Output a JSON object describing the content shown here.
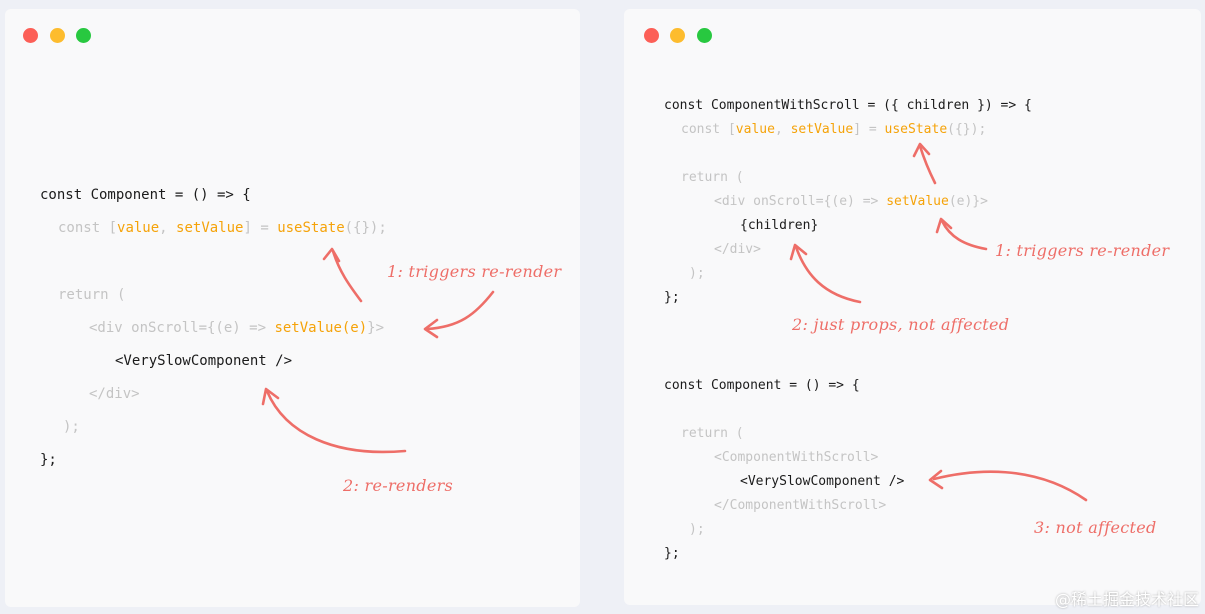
{
  "window_controls": {
    "close": "close",
    "minimize": "minimize",
    "zoom": "zoom"
  },
  "left": {
    "code": {
      "l1_kw": "const Component = () => {",
      "l2_a": "const [",
      "l2_b": "value",
      "l2_c": ", ",
      "l2_d": "setValue",
      "l2_e": "] = ",
      "l2_f": "useState",
      "l2_g": "({});",
      "l3": "return (",
      "l4_a": "<div onScroll={(e) => ",
      "l4_b": "setValue(e)",
      "l4_c": "}>",
      "l5": "<VerySlowComponent />",
      "l6": "</div>",
      "l7": ");",
      "l8": "};"
    },
    "notes": {
      "triggers": "1: triggers re-render",
      "rerenders": "2: re-renders"
    }
  },
  "right": {
    "code": {
      "a1": "const ComponentWithScroll = ({ children }) => {",
      "a2_a": "const [",
      "a2_b": "value",
      "a2_c": ", ",
      "a2_d": "setValue",
      "a2_e": "] = ",
      "a2_f": "useState",
      "a2_g": "({});",
      "a3": "return (",
      "a4_a": "<div onScroll={(e) => ",
      "a4_b": "setValue",
      "a4_c": "(e)}>",
      "a5": "{children}",
      "a6": "</div>",
      "a7": ");",
      "a8": "};",
      "b1": "const Component = () => {",
      "b2": "return (",
      "b3": "<ComponentWithScroll>",
      "b4": "<VerySlowComponent />",
      "b5": "</ComponentWithScroll>",
      "b6": ");",
      "b7": "};"
    },
    "notes": {
      "triggers": "1: triggers re-render",
      "props": "2: just props, not affected",
      "not_affected": "3: not affected"
    }
  },
  "watermark": "@稀土掘金技术社区",
  "colors": {
    "background": "#eef0f6",
    "panel": "#f9f9fa",
    "code_dark": "#1b1b1b",
    "code_dim": "#c4c4c4",
    "code_orange": "#f5a30a",
    "annotation": "#ee6e68"
  }
}
